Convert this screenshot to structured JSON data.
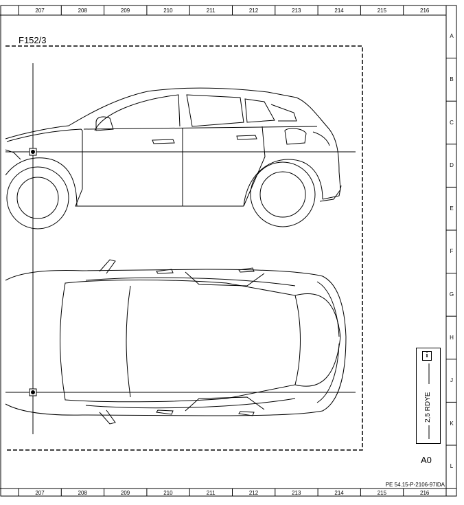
{
  "grid": {
    "columns": [
      "207",
      "208",
      "209",
      "210",
      "211",
      "212",
      "213",
      "214",
      "215",
      "216"
    ],
    "rows": [
      "A",
      "B",
      "C",
      "D",
      "E",
      "F",
      "G",
      "H",
      "J",
      "K",
      "L"
    ]
  },
  "zone_label": "F152/3",
  "legend": {
    "icon": "info-icon",
    "wire_label": "2,5 RDYE",
    "code": "A0"
  },
  "doc_ref": "PE 54.15-P-2106-97IDA"
}
